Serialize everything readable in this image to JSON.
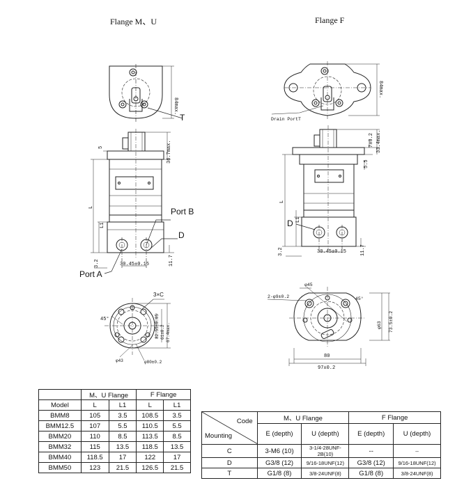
{
  "titles": {
    "left": "Flange  M、U",
    "right": "Flange  F"
  },
  "callouts": {
    "t": "T",
    "port_b": "Port B",
    "d_left": "D",
    "port_a": "Port A",
    "three_c": "3×C",
    "drain_port": "Drain PortT",
    "d_right": "D"
  },
  "dims": {
    "left_84max": "84max.",
    "left_36_7max": "36.7max.",
    "left_5": "5",
    "left_L": "L",
    "left_L1": "L1",
    "left_3_2": "3.2",
    "left_30_45": "30.45±0.15",
    "left_11_7": "11.7",
    "left_45deg": "45°",
    "left_82_55": "82.55±0.05",
    "left_61": "61±0.2",
    "left_67max": "67.4max.",
    "left_phi43": "φ43",
    "left_phi80": "φ80±0.2",
    "right_84max": "84max.",
    "right_7": "7±0.2",
    "right_33_4max": "33.4max.",
    "right_5_5": "5.5",
    "right_L": "L",
    "right_L1": "L1",
    "right_3_2": "3.2",
    "right_30_45": "30.45±0.15",
    "right_11_7": "11.7",
    "right_phi45": "φ45",
    "right_2_09": "2-φ9±0.2",
    "right_45deg": "45°",
    "right_phi63": "φ63",
    "right_73_5": "73.5±0.2",
    "right_80": "80",
    "right_97": "97±0.2"
  },
  "spec_table": {
    "group_mu": "M、U Flange",
    "group_f": "F Flange",
    "col_model": "Model",
    "col_l": "L",
    "col_l1": "L1",
    "rows": [
      {
        "model": "BMM8",
        "mu_l": "105",
        "mu_l1": "3.5",
        "f_l": "108.5",
        "f_l1": "3.5"
      },
      {
        "model": "BMM12.5",
        "mu_l": "107",
        "mu_l1": "5.5",
        "f_l": "110.5",
        "f_l1": "5.5"
      },
      {
        "model": "BMM20",
        "mu_l": "110",
        "mu_l1": "8.5",
        "f_l": "113.5",
        "f_l1": "8.5"
      },
      {
        "model": "BMM32",
        "mu_l": "115",
        "mu_l1": "13.5",
        "f_l": "118.5",
        "f_l1": "13.5"
      },
      {
        "model": "BMM40",
        "mu_l": "118.5",
        "mu_l1": "17",
        "f_l": "122",
        "f_l1": "17"
      },
      {
        "model": "BMM50",
        "mu_l": "123",
        "mu_l1": "21.5",
        "f_l": "126.5",
        "f_l1": "21.5"
      }
    ]
  },
  "code_table": {
    "corner_code": "Code",
    "corner_mounting": "Mounting",
    "group_mu": "M、U Flange",
    "group_f": "F Flange",
    "sub_e": "E (depth)",
    "sub_u": "U (depth)",
    "rows": [
      {
        "mounting": "C",
        "mu_e": "3-M6   (10)",
        "mu_u": "3-1/4-28UNF-2B(10)",
        "f_e": "--",
        "f_u": "--"
      },
      {
        "mounting": "D",
        "mu_e": "G3/8   (12)",
        "mu_u": "9/16-18UNF(12)",
        "f_e": "G3/8   (12)",
        "f_u": "9/16-18UNF(12)"
      },
      {
        "mounting": "T",
        "mu_e": "G1/8   (8)",
        "mu_u": "3/8-24UNF(8)",
        "f_e": "G1/8   (8)",
        "f_u": "3/8-24UNF(8)"
      }
    ]
  }
}
